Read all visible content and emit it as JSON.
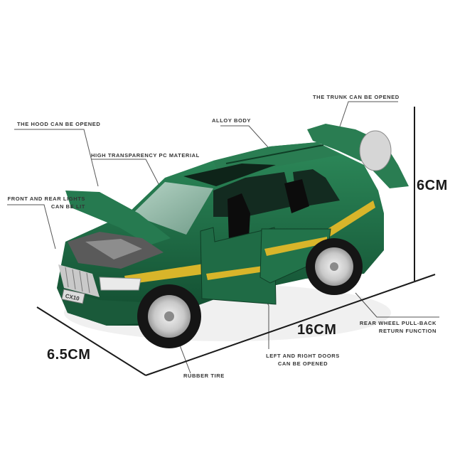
{
  "callouts": {
    "hood": "THE HOOD CAN BE OPENED",
    "alloy_body": "ALLOY BODY",
    "trunk": "THE TRUNK CAN BE OPENED",
    "pc_material": "HIGH TRANSPARENCY PC MATERIAL",
    "lights_line1": "FRONT AND REAR LIGHTS",
    "lights_line2": "CAN BE LIT",
    "pullback_line1": "REAR WHEEL PULL-BACK",
    "pullback_line2": "RETURN FUNCTION",
    "doors_line1": "LEFT AND RIGHT DOORS",
    "doors_line2": "CAN BE OPENED",
    "tire": "RUBBER TIRE"
  },
  "dimensions": {
    "height": "6CM",
    "length": "16CM",
    "width": "6.5CM"
  },
  "vehicle": {
    "plate": "CX10",
    "body_color": "#1f6b45",
    "stripe_color": "#d8b52a"
  }
}
